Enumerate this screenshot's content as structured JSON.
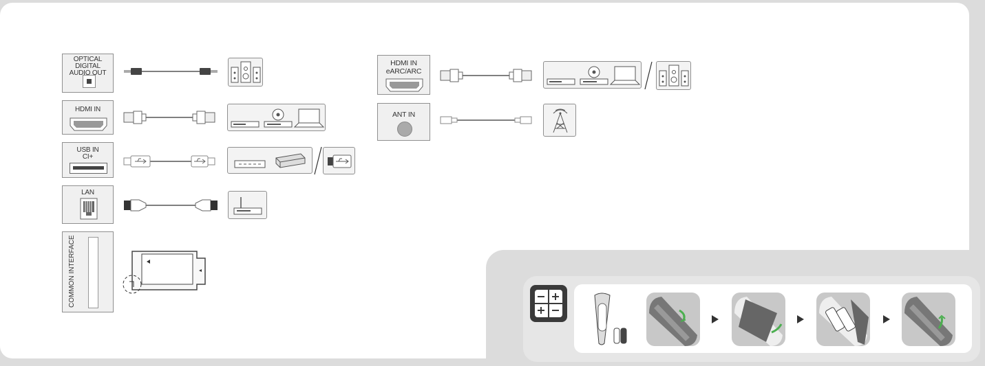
{
  "ports": {
    "optical": "OPTICAL DIGITAL\nAUDIO OUT",
    "hdmi_in": "HDMI IN",
    "usb_in": "USB IN\nCI+",
    "lan": "LAN",
    "common_interface": "COMMON INTERFACE",
    "hdmi_earc": "HDMI IN\neARC/ARC",
    "ant_in": "ANT IN"
  },
  "icons": {
    "optical_cable": "optical-cable-icon",
    "hdmi_cable": "hdmi-cable-icon",
    "usb_cable": "usb-cable-icon",
    "lan_cable": "lan-cable-icon",
    "antenna_cable": "antenna-cable-icon",
    "speakers": "speakers-icon",
    "media_players": "media-players-icon",
    "storage": "external-storage-icon",
    "router": "router-icon",
    "antenna": "antenna-tower-icon",
    "ci_module": "ci-module-icon",
    "battery": "battery-icon",
    "remote": "remote-control-icon"
  },
  "colors": {
    "background": "#dcdcdc",
    "panel": "#ffffff",
    "line": "#333333",
    "accent_arrow": "#4caf50"
  }
}
